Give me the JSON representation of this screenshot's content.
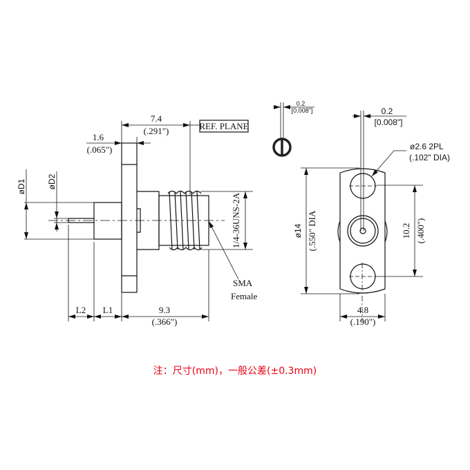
{
  "side_view": {
    "dim_7_4": "7.4",
    "dim_7_4_in": "(.291\")",
    "ref_plane": "REF. PLANE",
    "dim_1_6": "1.6",
    "dim_1_6_in": "(.065\")",
    "dim_d1": "øD1",
    "dim_d2": "øD2",
    "thread": "1/4-36UNS-2A",
    "connector_line1": "SMA",
    "connector_line2": "Female",
    "dim_l2": "L2",
    "dim_l1": "L1",
    "dim_9_3": "9.3",
    "dim_9_3_in": "(.366\")"
  },
  "front_view": {
    "tol_small": "0.2",
    "tol_small_in": "[0.008\"]",
    "tol_large": "0.2",
    "tol_large_in": "[0.008\"]",
    "hole": "ø2.6  2PL",
    "hole_in": "(.102\"  DIA)",
    "dia_14": "ø14",
    "dia_14_in": "(.550\"  DIA",
    "dim_10_2": "10.2",
    "dim_10_2_in": "(.400\")",
    "dim_4_8": "4.8",
    "dim_4_8_in": "(.190\")"
  },
  "note": {
    "text": "注：尺寸(mm)，一般公差(±0.3mm)",
    "color": "#e60012"
  }
}
